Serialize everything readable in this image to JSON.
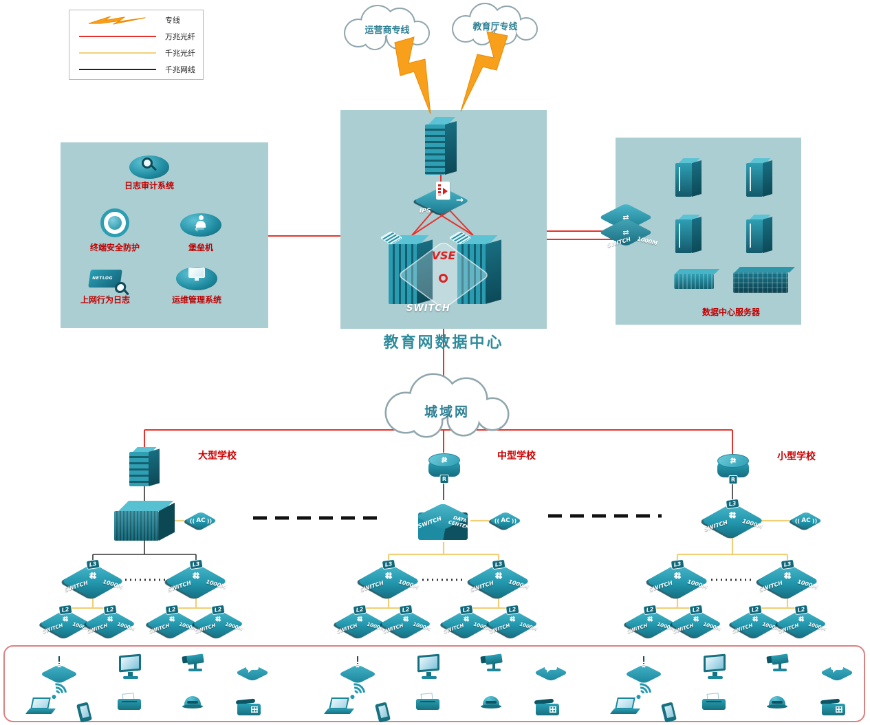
{
  "legend": {
    "items": [
      {
        "label": "专线",
        "type": "lightning",
        "color": "#f8a01c"
      },
      {
        "label": "万兆光纤",
        "type": "line",
        "color": "#e8312a"
      },
      {
        "label": "千兆光纤",
        "type": "line",
        "color": "#f0d077"
      },
      {
        "label": "千兆网线",
        "type": "line",
        "color": "#222222"
      }
    ]
  },
  "clouds": {
    "carrier": "运营商专线",
    "education": "教育厅专线",
    "man": "城域网"
  },
  "datacenter": {
    "title": "教育网数据中心",
    "ips_label": "IPS",
    "vse_label": "VSE",
    "switch_watermark": "SWITCH"
  },
  "security_zone": {
    "audit": "日志审计系统",
    "terminal": "终端安全防护",
    "bastion": "堡垒机",
    "netlog": "上网行为日志",
    "netlog_icon": "NETLOG",
    "ops": "运维管理系统"
  },
  "server_zone": {
    "title": "数据中心服务器"
  },
  "schools": {
    "large": "大型学校",
    "medium": "中型学校",
    "small": "小型学校",
    "medium_agg_line1": "SWITCH",
    "medium_agg_line2": "DATA CENTER"
  },
  "device_labels": {
    "l3": "L3",
    "l2": "L2",
    "switch_word": "SWITCH",
    "speed_word": "1000M",
    "ac": "AC",
    "router_badge": "R"
  }
}
